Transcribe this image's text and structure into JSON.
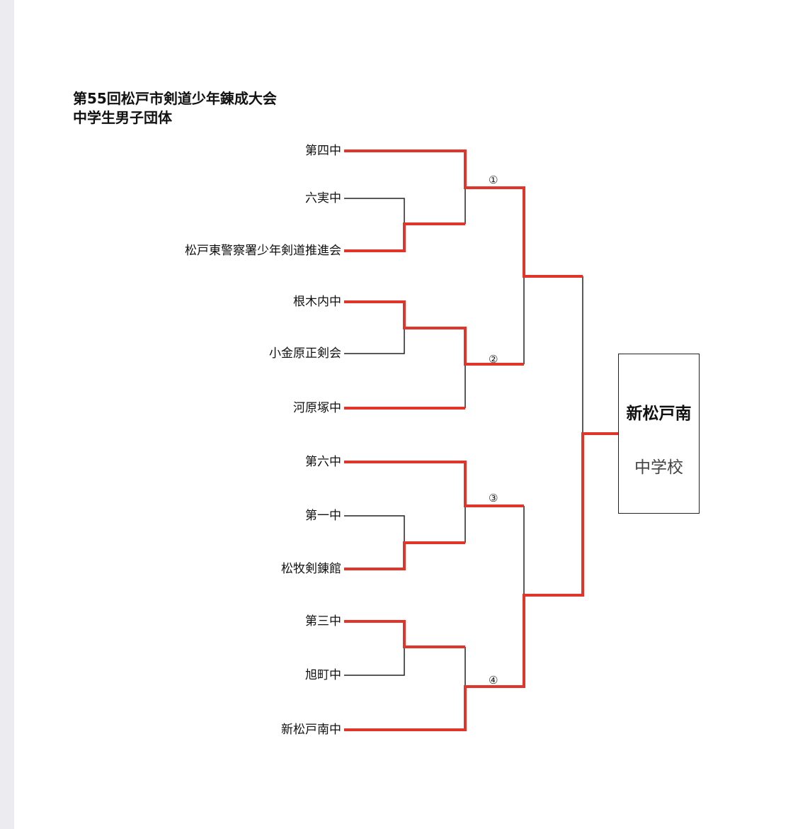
{
  "title": {
    "line1": "第55回松戸市剣道少年錬成大会",
    "line2": "中学生男子団体"
  },
  "teams": [
    "第四中",
    "六実中",
    "松戸東警察署少年剣道推進会",
    "根木内中",
    "小金原正剣会",
    "河原塚中",
    "第六中",
    "第一中",
    "松牧剣錬館",
    "第三中",
    "旭町中",
    "新松戸南中"
  ],
  "match_numbers": [
    "①",
    "②",
    "③",
    "④"
  ],
  "winner": {
    "name": "新松戸南",
    "suffix": "中学校"
  },
  "colors": {
    "win_line": "#e0352b",
    "line": "#222222"
  }
}
